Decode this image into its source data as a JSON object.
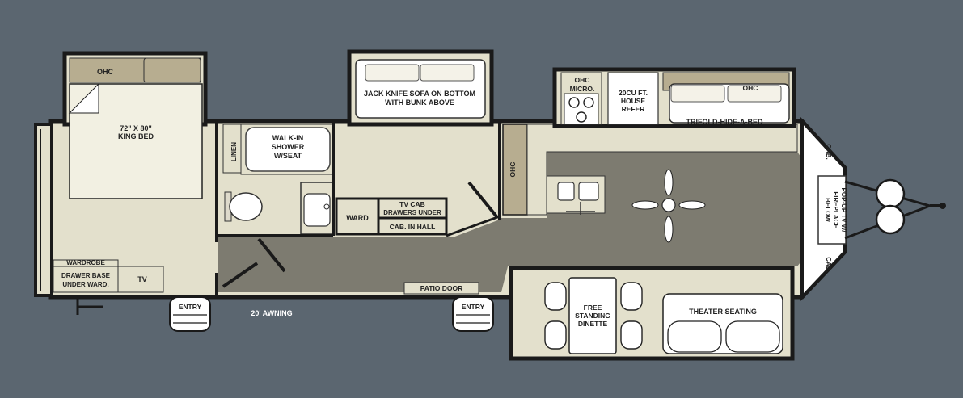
{
  "floorplan": {
    "bedroom": {
      "ohc": "OHC",
      "bed_size": "72\" X 80\"",
      "bed_name": "KING BED",
      "wardrobe": "WARDROBE",
      "drawer_line1": "DRAWER BASE",
      "drawer_line2": "UNDER WARD.",
      "tv": "TV"
    },
    "bath": {
      "linen": "LINEN",
      "shower_line1": "WALK-IN",
      "shower_line2": "SHOWER",
      "shower_line3": "W/SEAT"
    },
    "hall": {
      "ward": "WARD",
      "tvcab_line1": "TV CAB",
      "tvcab_line2": "DRAWERS UNDER",
      "cab_in_hall": "CAB. IN HALL"
    },
    "sofa": {
      "line1": "JACK KNIFE SOFA ON BOTTOM",
      "line2": "WITH BUNK ABOVE"
    },
    "kitchen": {
      "ohc": "OHC",
      "micro_line1": "OHC",
      "micro_line2": "MICRO.",
      "refer_line1": "20CU FT.",
      "refer_line2": "HOUSE",
      "refer_line3": "REFER",
      "hide_ohc": "OHC",
      "hide_label": "TRIFOLD-HIDE-A-BED"
    },
    "front": {
      "cab_top": "CAB.",
      "cab_bottom": "CAB.",
      "fireplace_line1": "POP-UP TV W/",
      "fireplace_line2": "FIREPLACE",
      "fireplace_line3": "BELOW"
    },
    "dining": {
      "dinette_line1": "FREE",
      "dinette_line2": "STANDING",
      "dinette_line3": "DINETTE",
      "theater": "THEATER SEATING"
    },
    "exterior": {
      "entry_left": "ENTRY",
      "entry_right": "ENTRY",
      "awning": "20' AWNING",
      "patio_door": "PATIO DOOR"
    }
  },
  "colors": {
    "background": "#5b6670",
    "floor_light": "#e3e0cc",
    "floor_dark": "#7d7b70",
    "cabinet": "#b7ad90",
    "wall": "#1a1a1a"
  }
}
